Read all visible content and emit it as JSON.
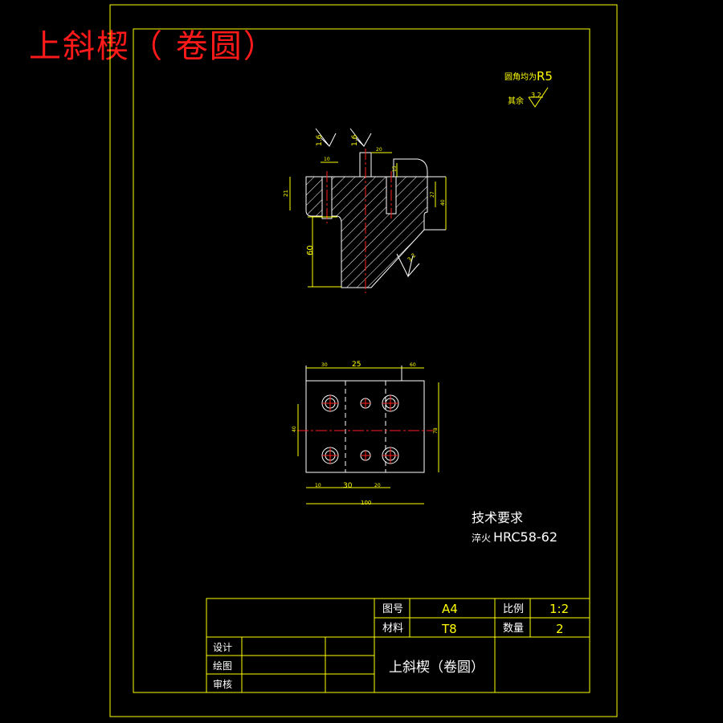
{
  "title_stamp": "上斜楔（ 卷圆）",
  "notes": {
    "radius_note_label": "圆角均为",
    "radius_value": "R5",
    "rest_label": "其余",
    "rest_roughness": "3.2",
    "tech_heading": "技术要求",
    "tech_label": "淬火",
    "tech_value": "HRC58-62"
  },
  "section_view": {
    "roughness_1": "1.6",
    "roughness_2": "1.6",
    "roughness_side": "3.2",
    "dims": {
      "left_height": "21",
      "top_offset": "10",
      "slot_width": "20",
      "slot_depth": "15",
      "right_height_inner": "27",
      "right_height_outer": "40",
      "vertical": "60"
    }
  },
  "plan_view": {
    "dims": {
      "top_left": "30",
      "top_middle": "25",
      "top_right": "60",
      "left_height": "40",
      "right_height": "78",
      "bottom_left": "10",
      "bottom_middle": "30",
      "bottom_right": "20",
      "overall": "100"
    }
  },
  "title_block": {
    "drawing_no_label": "图号",
    "drawing_no_value": "A4",
    "scale_label": "比例",
    "scale_value": "1:2",
    "material_label": "材料",
    "material_value": "T8",
    "qty_label": "数量",
    "qty_value": "2",
    "design_label": "设计",
    "drawn_label": "绘图",
    "check_label": "审核",
    "part_name": "上斜楔（卷圆）"
  },
  "colors": {
    "frame": "#ffff00",
    "outline": "#ffffff",
    "center": "#ff2020",
    "stamp": "#ff1a1a"
  }
}
